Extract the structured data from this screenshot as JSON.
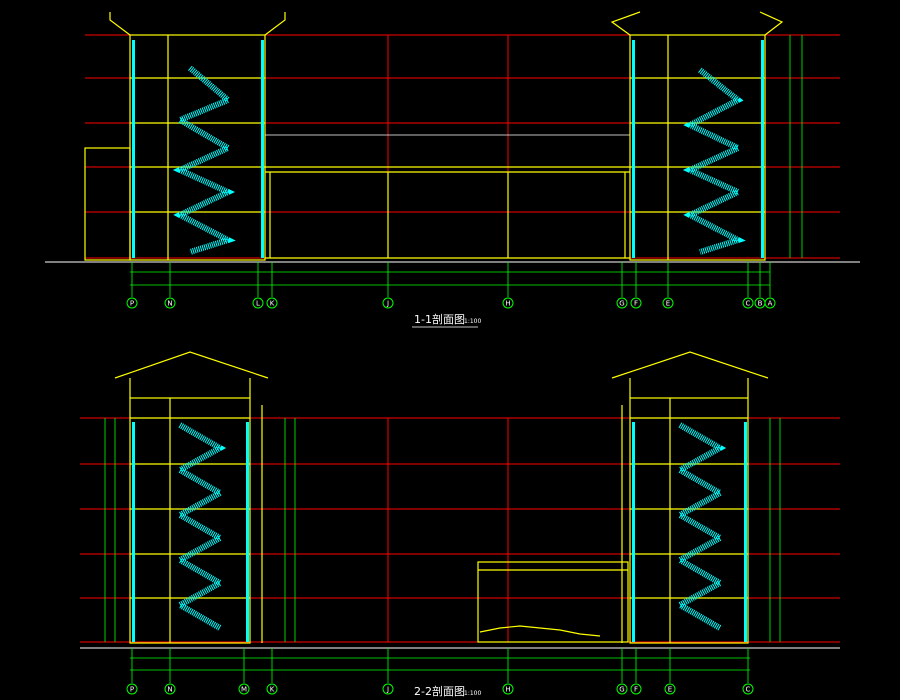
{
  "sections": [
    {
      "title": "1-1剖面图",
      "scale": "1:100",
      "grid_labels": [
        "P",
        "N",
        "L",
        "K",
        "J",
        "H",
        "G",
        "F",
        "E",
        "C",
        "B",
        "A"
      ]
    },
    {
      "title": "2-2剖面图",
      "scale": "1:100",
      "grid_labels": [
        "P",
        "N",
        "M",
        "K",
        "J",
        "H",
        "G",
        "F",
        "E",
        "C"
      ]
    }
  ],
  "colors": {
    "background": "#000000",
    "structure": "#ffff00",
    "level_lines": "#ff0000",
    "stairs": "#00ffff",
    "dimensions": "#00ff00",
    "text": "#ffffff"
  }
}
